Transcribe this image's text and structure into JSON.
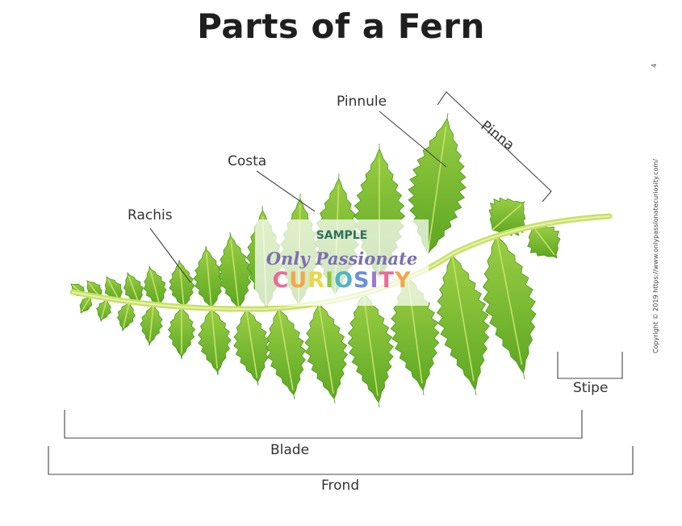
{
  "title": "Parts of a Fern",
  "page_number": "4",
  "copyright": "Copyright © 2019 https://www.onlypassionatecuriosity.com/",
  "labels": {
    "pinnule": "Pinnule",
    "pinna": "Pinna",
    "costa": "Costa",
    "rachis": "Rachis",
    "stipe": "Stipe",
    "blade": "Blade",
    "frond": "Frond"
  },
  "watermark": {
    "sample": "SAMPLE",
    "line1": "Only Passionate",
    "line2": "CURIOSITY"
  },
  "colors": {
    "leaf_light": "#8cc63f",
    "leaf_dark": "#4f9a1e",
    "stem": "#c7e06a",
    "line": "#444444"
  }
}
